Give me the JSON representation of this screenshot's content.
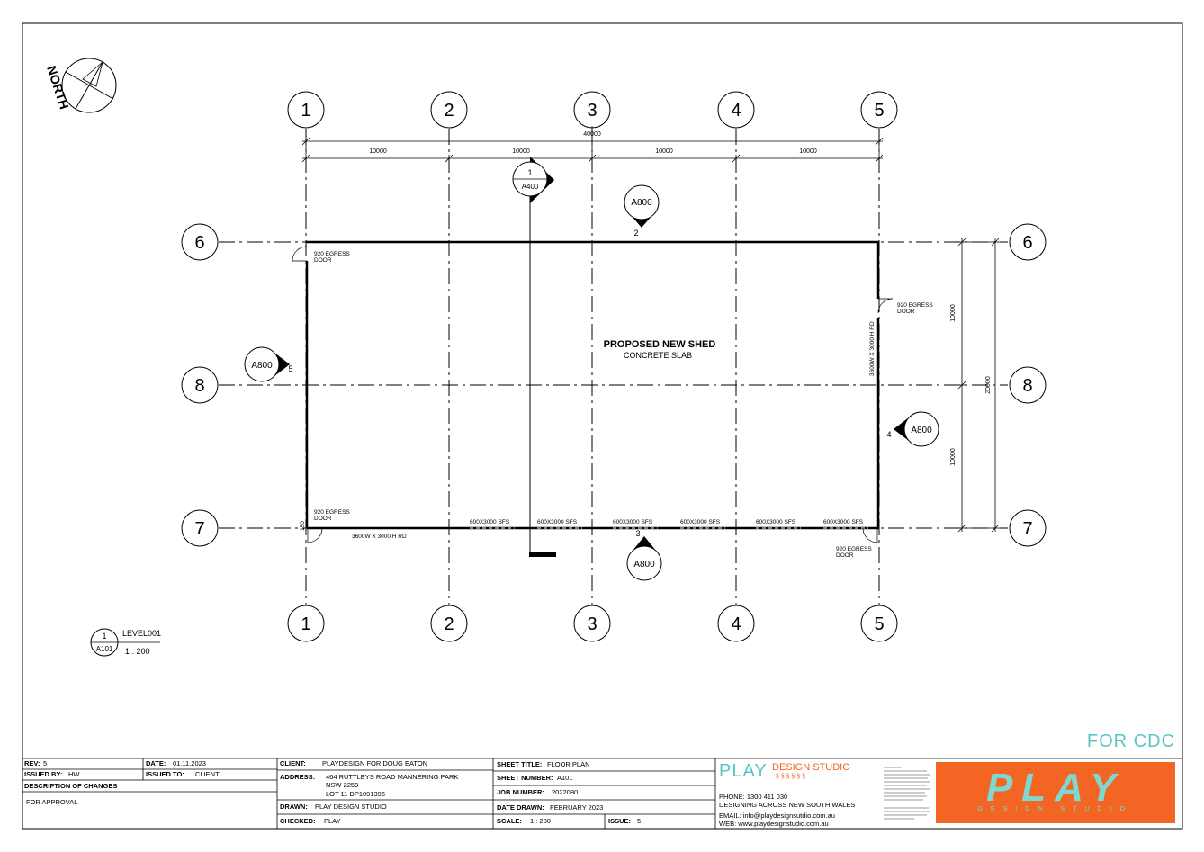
{
  "north_label": "NORTH",
  "grid": {
    "columns": [
      "1",
      "2",
      "3",
      "4",
      "5"
    ],
    "rows": [
      "6",
      "8",
      "7"
    ]
  },
  "dimensions": {
    "overall": "40000",
    "spans": [
      "10000",
      "10000",
      "10000",
      "10000"
    ],
    "right_spans": [
      "10000",
      "10000"
    ],
    "right_overall": "20000"
  },
  "plan": {
    "title": "PROPOSED NEW SHED",
    "subtitle": "CONCRETE SLAB",
    "doors": [
      {
        "line1": "920 EGRESS",
        "line2": "DOOR"
      },
      {
        "line1": "920 EGRESS",
        "line2": "DOOR"
      },
      {
        "line1": "920 EGRESS",
        "line2": "DOOR"
      },
      {
        "line1": "920 EGRESS",
        "line2": "DOOR"
      }
    ],
    "roller_doors": [
      "3600W X 3000 H RD",
      "3600W X 3000 H RD"
    ],
    "sfs_labels": [
      "600X3000 SFS",
      "600X3000 SFS",
      "600X3000 SFS",
      "600X3000 SFS",
      "600X3000 SFS",
      "600X3000 SFS"
    ],
    "small_dim": "150"
  },
  "markers": {
    "section": {
      "number": "1",
      "sheet": "A400"
    },
    "elevations": [
      {
        "sheet": "A800",
        "number": "2"
      },
      {
        "sheet": "A800",
        "number": "5"
      },
      {
        "sheet": "A800",
        "number": "4"
      },
      {
        "sheet": "A800",
        "number": "3"
      }
    ]
  },
  "view_tag": {
    "number": "1",
    "sheet": "A101",
    "name": "LEVEL001",
    "scale": "1 : 200"
  },
  "stamp": "FOR CDC",
  "title_block": {
    "rev_label": "REV:",
    "rev": "5",
    "date_label": "DATE:",
    "date": "01.11.2023",
    "issued_by_label": "ISSUED BY:",
    "issued_by": "HW",
    "issued_to_label": "ISSUED TO:",
    "issued_to": "CLIENT",
    "changes_label": "DESCRIPTION OF CHANGES",
    "changes": "FOR APPROVAL",
    "client_label": "CLIENT:",
    "client": "PLAYDESIGN FOR DOUG EATON",
    "address_label": "ADDRESS:",
    "address1": "464 RUTTLEYS ROAD MANNERING PARK",
    "address2": "NSW  2259",
    "address3": "LOT 11 DP1091396",
    "drawn_label": "DRAWN:",
    "drawn": "PLAY DESIGN STUDIO",
    "checked_label": "CHECKED:",
    "checked": "PLAY",
    "sheet_title_label": "SHEET TITLE:",
    "sheet_title": "FLOOR PLAN",
    "sheet_number_label": "SHEET NUMBER:",
    "sheet_number": "A101",
    "job_number_label": "JOB NUMBER:",
    "job_number": "2022080",
    "date_drawn_label": "DATE DRAWN:",
    "date_drawn": "FEBRUARY 2023",
    "scale_label": "SCALE:",
    "scale": "1 : 200",
    "issue_label": "ISSUE:",
    "issue": "5"
  },
  "company": {
    "play": "PLAY",
    "design_studio": "DESIGN STUDIO",
    "tagline_small": "§ § §   § § §",
    "phone": "PHONE: 1300 411 030",
    "designing": "DESIGNING ACROSS NEW SOUTH WALES",
    "email": "EMAIL: info@playdesignsutdio.com.au",
    "web": "WEB: www.playdesignstudio.com.au",
    "logo": "PLAY",
    "logo_sub": "DESIGN STUDIO"
  },
  "colors": {
    "stamp": "#5bc4c4",
    "logo_bg": "#f26522",
    "logo_fg": "#7fd8d0",
    "line": "#000000"
  }
}
